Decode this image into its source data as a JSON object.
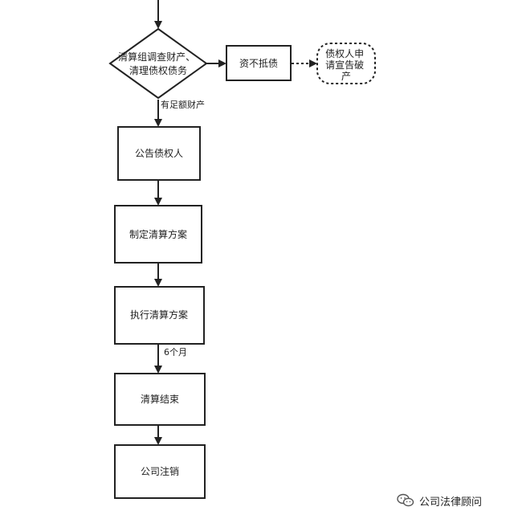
{
  "diagram": {
    "nodes": {
      "investigate": {
        "lines": [
          "清算组调查财产、",
          "清理债权债务"
        ]
      },
      "insolvent": {
        "lines": [
          "资不抵债"
        ]
      },
      "apply_bankruptcy": {
        "lines": [
          "债权人申",
          "请宣告破",
          "产"
        ]
      },
      "notify_creditors": {
        "lines": [
          "公告债权人"
        ]
      },
      "plan": {
        "lines": [
          "制定清算方案"
        ]
      },
      "execute": {
        "lines": [
          "执行清算方案"
        ]
      },
      "finish": {
        "lines": [
          "清算结束"
        ]
      },
      "deregister": {
        "lines": [
          "公司注销"
        ]
      }
    },
    "edges": {
      "sufficient_assets": "有足额财产",
      "six_months": "6个月"
    }
  },
  "watermark": {
    "text": "公司法律顾问",
    "icon": "wechat-icon"
  }
}
